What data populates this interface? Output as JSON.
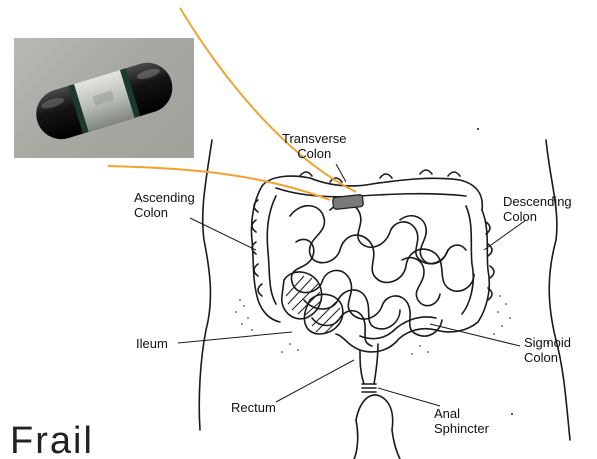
{
  "labels": {
    "transverse_colon": "Transverse\nColon",
    "ascending_colon": "Ascending\nColon",
    "descending_colon": "Descending\nColon",
    "ileum": "Ileum",
    "sigmoid_colon": "Sigmoid\nColon",
    "rectum": "Rectum",
    "anal_sphincter": "Anal\nSphincter"
  },
  "partial_text": "Frail",
  "colors": {
    "pointer_line": "#f0a330",
    "capsule_dark": "#1a1a1a",
    "capsule_clear": "#d6d8d2",
    "drawing_ink": "#1a1a1a"
  },
  "icons": [
    "capsule-camera-photo",
    "capsule-marker-icon"
  ]
}
